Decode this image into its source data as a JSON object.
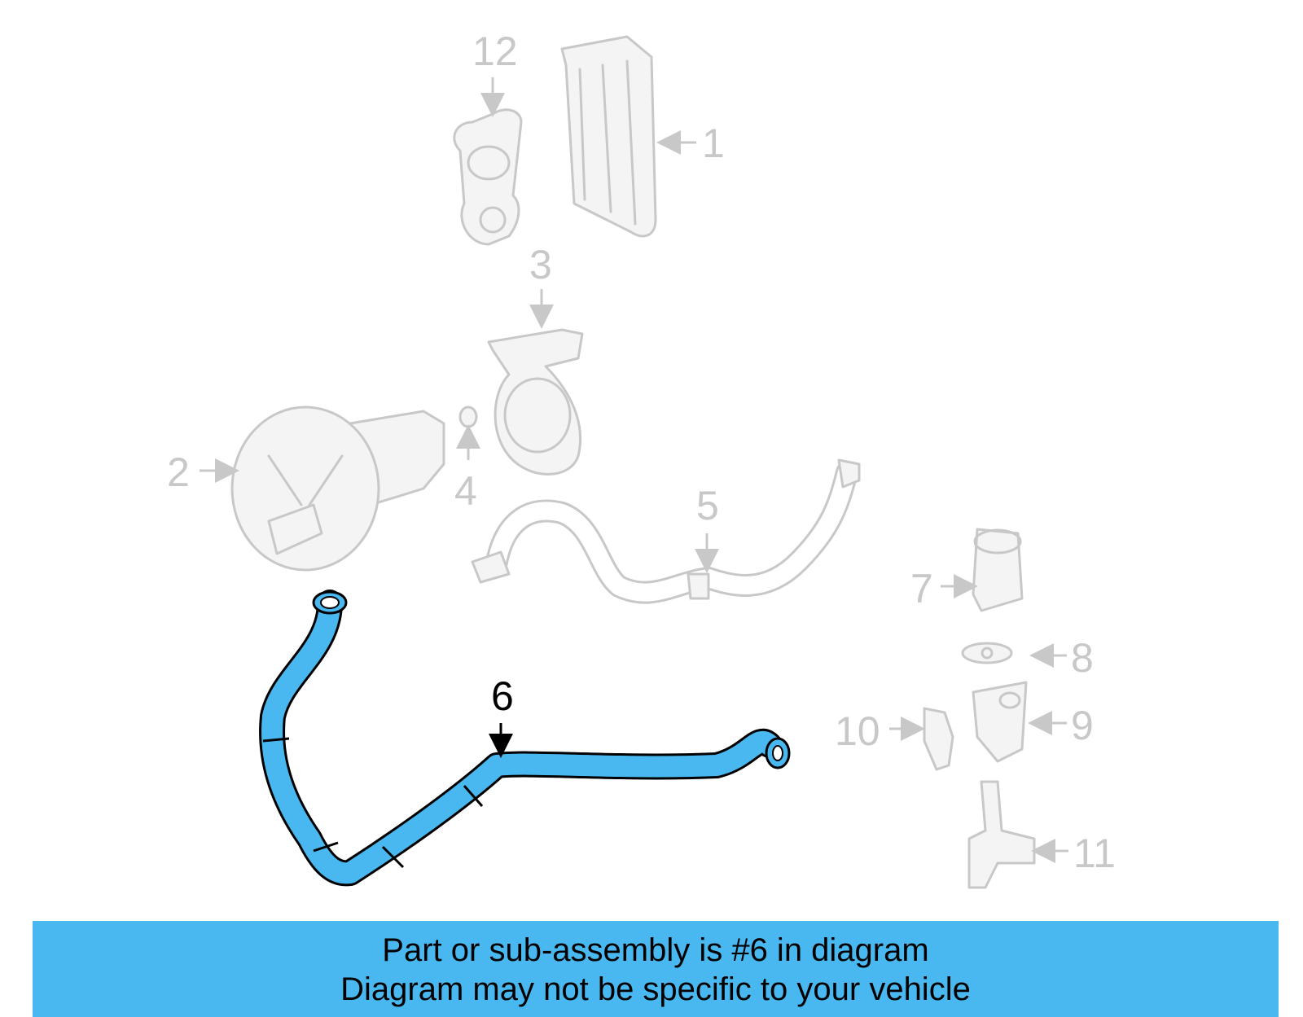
{
  "diagram": {
    "callouts": [
      "1",
      "2",
      "3",
      "4",
      "5",
      "6",
      "7",
      "8",
      "9",
      "10",
      "11",
      "12"
    ],
    "highlighted_part": "6",
    "highlight_color": "#4ab8f0",
    "faint_color": "#c8c8c8"
  },
  "banner": {
    "line1": "Part or sub-assembly is #6 in diagram",
    "line2": "Diagram may not be specific to your vehicle",
    "background": "#4ab8f0"
  }
}
